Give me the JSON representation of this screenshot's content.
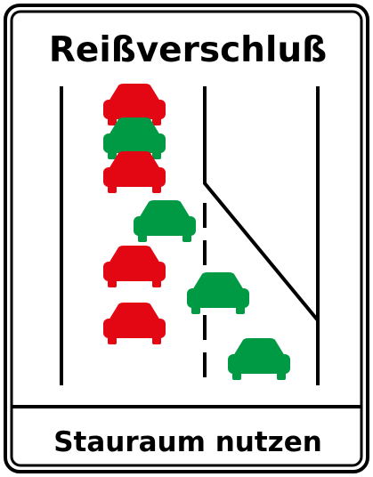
{
  "sign": {
    "title": "Reißverschluß",
    "footer": "Stauraum nutzen"
  },
  "colors": {
    "background": "#ffffff",
    "border": "#000000",
    "car_red": "#e30613",
    "car_green": "#009a44"
  },
  "cars": [
    {
      "color": "red"
    },
    {
      "color": "green"
    },
    {
      "color": "red"
    },
    {
      "color": "green"
    },
    {
      "color": "red"
    },
    {
      "color": "green"
    },
    {
      "color": "red"
    },
    {
      "color": "green"
    }
  ]
}
